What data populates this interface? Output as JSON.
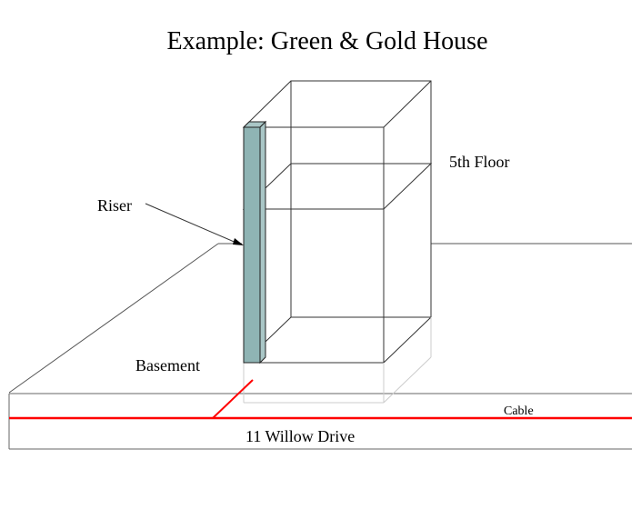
{
  "title": "Example: Green & Gold House",
  "labels": {
    "riser": "Riser",
    "fifth_floor": "5th Floor",
    "basement": "Basement",
    "cable": "Cable",
    "street": "11 Willow Drive"
  },
  "colors": {
    "background": "#ffffff",
    "line": "#000000",
    "faint_line": "#cccccc",
    "riser_front": "#8fb4b4",
    "riser_side": "#a9c6c6",
    "cable": "#ff0000"
  }
}
